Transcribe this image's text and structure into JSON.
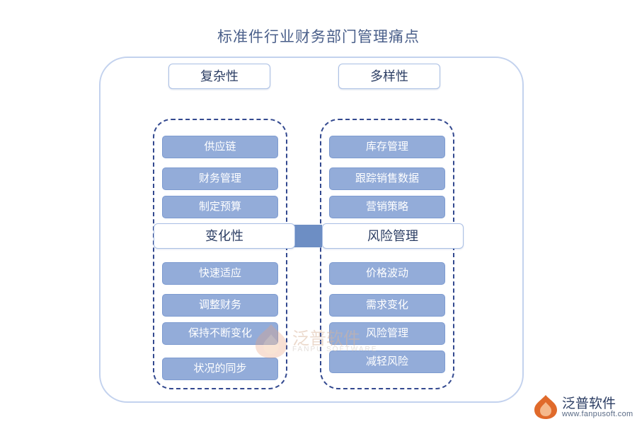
{
  "title": "标准件行业财务部门管理痛点",
  "headers": [
    {
      "label": "复杂性"
    },
    {
      "label": "多样性"
    }
  ],
  "mid_labels": [
    {
      "label": "变化性"
    },
    {
      "label": "风险管理"
    }
  ],
  "columns": {
    "left_top": [
      "供应链",
      "财务管理",
      "制定预算"
    ],
    "left_bottom": [
      "快速适应",
      "调整财务",
      "保持不断变化",
      "状况的同步"
    ],
    "right_top": [
      "库存管理",
      "跟踪销售数据",
      "营销策略"
    ],
    "right_bottom": [
      "价格波动",
      "需求变化",
      "风险管理",
      "减轻风险"
    ]
  },
  "watermark": {
    "center_text": "泛普软件",
    "center_sub": "FANPU SOFTWARE",
    "logo_text": "泛普软件",
    "logo_url": "www.fanpusoft.com"
  },
  "colors": {
    "item_fill": "#93acd9",
    "dashed_border": "#33498f",
    "frame_border": "#c3d2ee",
    "title_color": "#4a5f8a",
    "connector": "#6d8ec4"
  }
}
